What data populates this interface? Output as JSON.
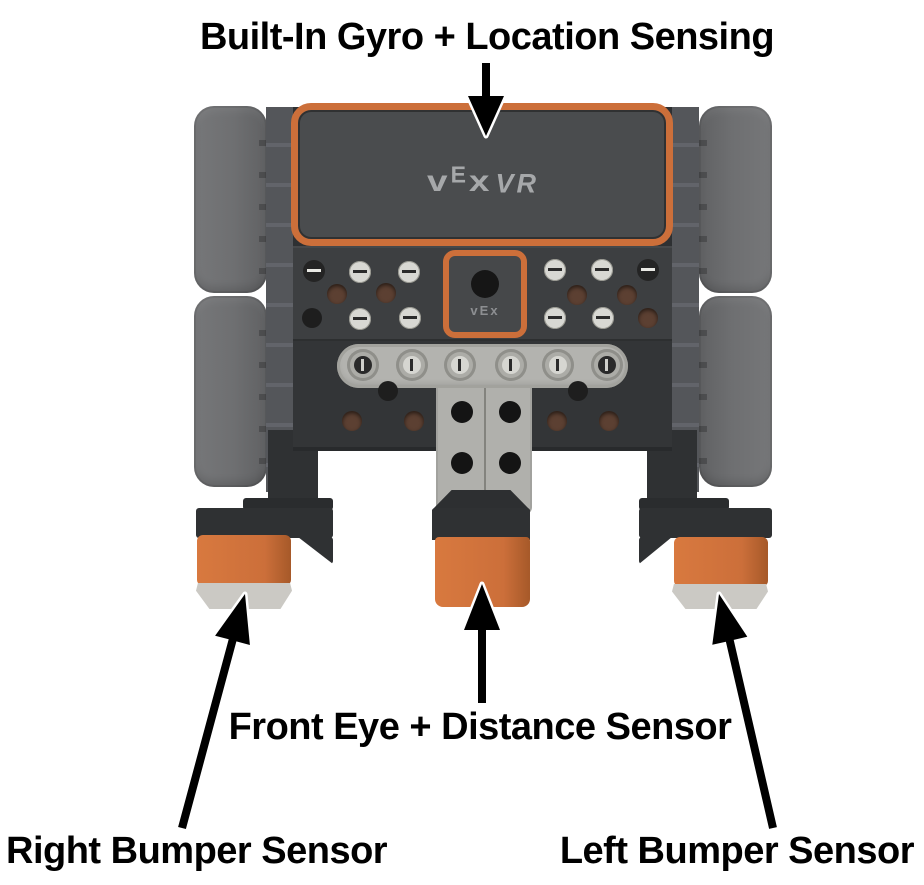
{
  "diagram": {
    "labels": {
      "gyro": "Built-In Gyro + Location Sensing",
      "front_eye": "Front Eye + Distance Sensor",
      "right_bumper": "Right Bumper Sensor",
      "left_bumper": "Left Bumper Sensor"
    },
    "robot": {
      "panel_logo": {
        "v": "v",
        "e": "E",
        "x": "x",
        "suffix": "VR"
      },
      "camera_logo": "vEx"
    },
    "colors": {
      "accent_orange": "#cc6f3a",
      "label_text": "#000000",
      "background": "#ffffff"
    }
  }
}
